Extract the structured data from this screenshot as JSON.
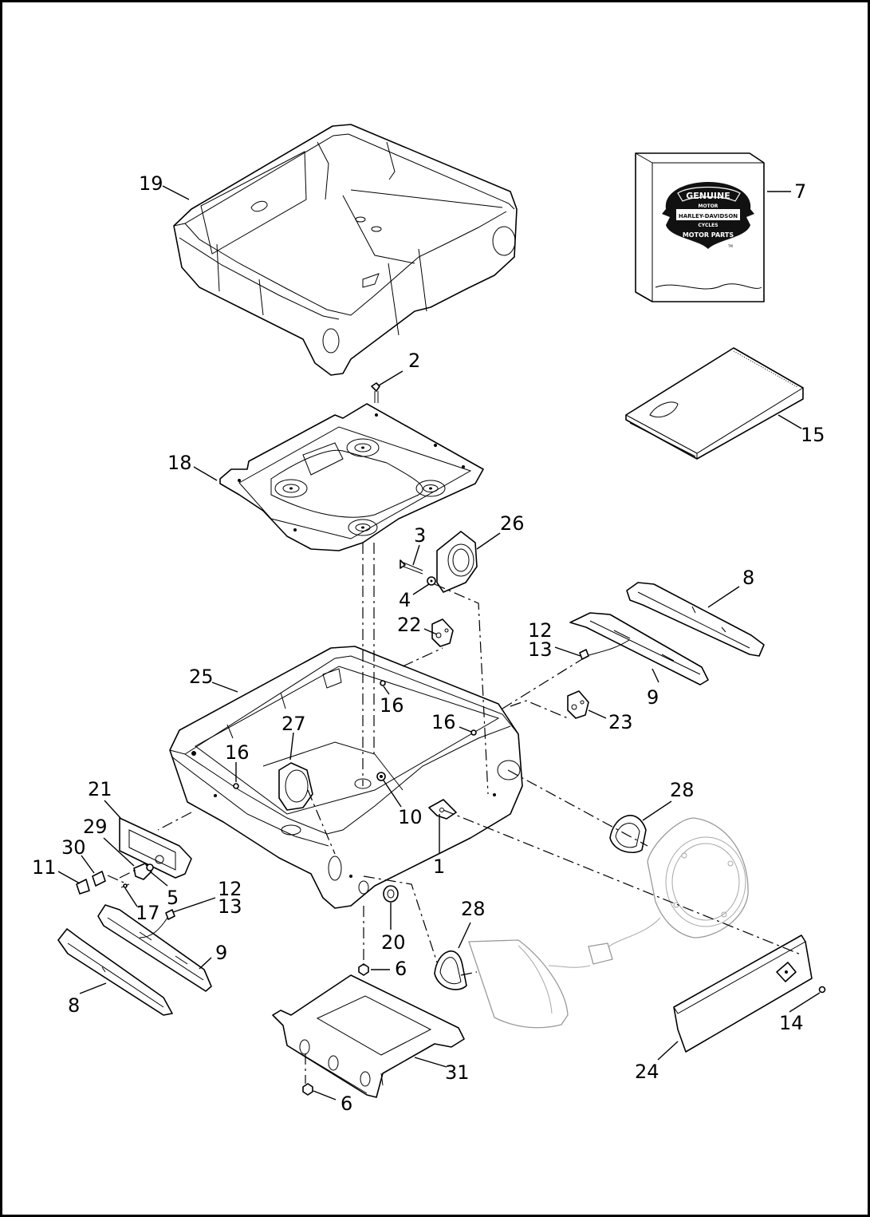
{
  "callouts": [
    {
      "id": "c19",
      "text": "19"
    },
    {
      "id": "c2",
      "text": "2"
    },
    {
      "id": "c7",
      "text": "7"
    },
    {
      "id": "c15",
      "text": "15"
    },
    {
      "id": "c18",
      "text": "18"
    },
    {
      "id": "c3",
      "text": "3"
    },
    {
      "id": "c26",
      "text": "26"
    },
    {
      "id": "c4",
      "text": "4"
    },
    {
      "id": "c8a",
      "text": "8"
    },
    {
      "id": "c22",
      "text": "22"
    },
    {
      "id": "c12a",
      "text": "12"
    },
    {
      "id": "c13a",
      "text": "13"
    },
    {
      "id": "c9a",
      "text": "9"
    },
    {
      "id": "c25",
      "text": "25"
    },
    {
      "id": "c16a",
      "text": "16"
    },
    {
      "id": "c23",
      "text": "23"
    },
    {
      "id": "c27",
      "text": "27"
    },
    {
      "id": "c16b",
      "text": "16"
    },
    {
      "id": "c16c",
      "text": "16"
    },
    {
      "id": "c21",
      "text": "21"
    },
    {
      "id": "c28a",
      "text": "28"
    },
    {
      "id": "c10",
      "text": "10"
    },
    {
      "id": "c29",
      "text": "29"
    },
    {
      "id": "c30",
      "text": "30"
    },
    {
      "id": "c1",
      "text": "1"
    },
    {
      "id": "c11",
      "text": "11"
    },
    {
      "id": "c5",
      "text": "5"
    },
    {
      "id": "c12b",
      "text": "12"
    },
    {
      "id": "c13b",
      "text": "13"
    },
    {
      "id": "c17",
      "text": "17"
    },
    {
      "id": "c28b",
      "text": "28"
    },
    {
      "id": "c20",
      "text": "20"
    },
    {
      "id": "c9b",
      "text": "9"
    },
    {
      "id": "c6a",
      "text": "6"
    },
    {
      "id": "c8b",
      "text": "8"
    },
    {
      "id": "c14",
      "text": "14"
    },
    {
      "id": "c31",
      "text": "31"
    },
    {
      "id": "c24",
      "text": "24"
    },
    {
      "id": "c6b",
      "text": "6"
    }
  ],
  "logo": {
    "top": "GENUINE",
    "motor": "MOTOR",
    "brand": "HARLEY-DAVIDSON",
    "cycles": "CYCLES",
    "bottom": "MOTOR PARTS",
    "tm": "TM"
  }
}
